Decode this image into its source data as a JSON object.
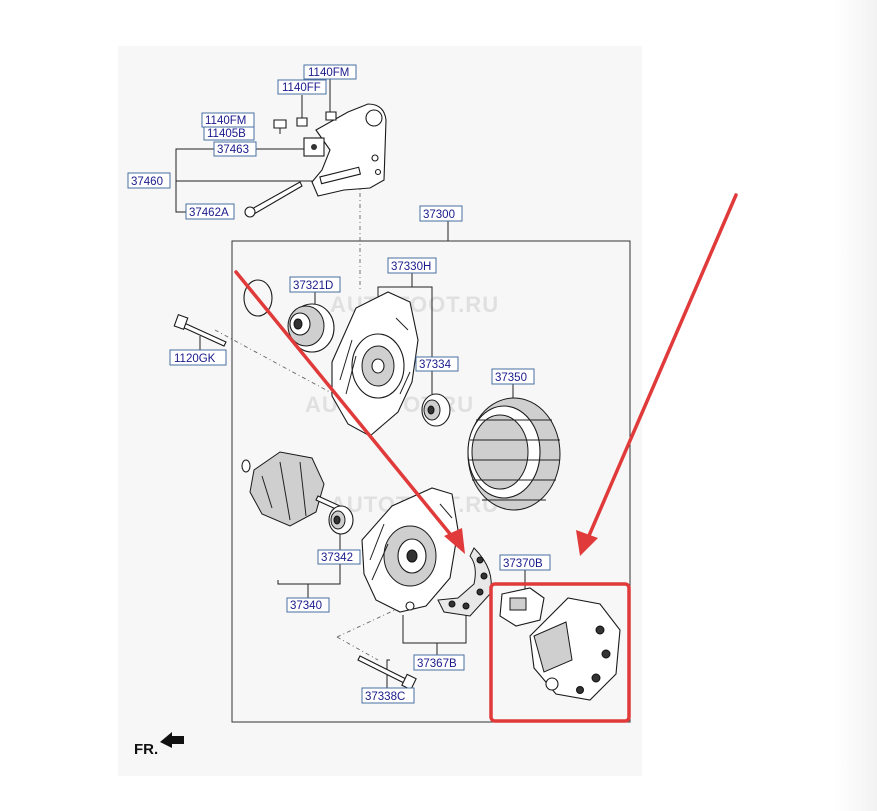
{
  "diagram": {
    "labels": {
      "l_1140FM_a": "1140FM",
      "l_1140FF": "1140FF",
      "l_1140FM_b": "1140FM",
      "l_11405B": "11405B",
      "l_37463": "37463",
      "l_37460": "37460",
      "l_37462A": "37462A",
      "l_37300": "37300",
      "l_37330H": "37330H",
      "l_37321D": "37321D",
      "l_1120GK": "1120GK",
      "l_37334": "37334",
      "l_37350": "37350",
      "l_37342": "37342",
      "l_37340": "37340",
      "l_37370B": "37370B",
      "l_37367B": "37367B",
      "l_37338C": "37338C"
    },
    "front_indicator": "FR.",
    "watermark": "AUTOTOOT.RU",
    "highlight_color": "#e03a3a",
    "label_text_color": "#1a1a8c"
  }
}
